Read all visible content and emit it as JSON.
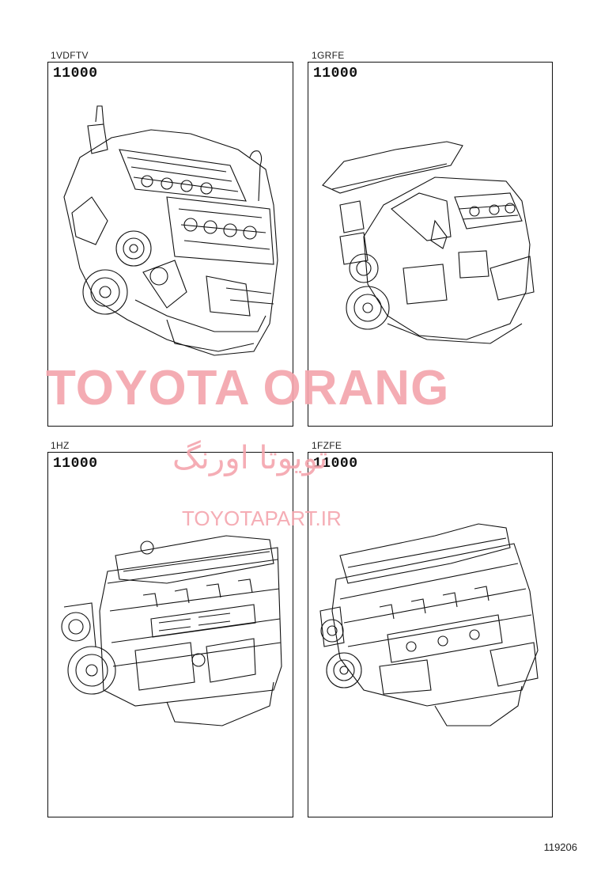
{
  "panels": [
    {
      "engine_code": "1VDFTV",
      "part_number": "11000"
    },
    {
      "engine_code": "1GRFE",
      "part_number": "11000"
    },
    {
      "engine_code": "1HZ",
      "part_number": "11000"
    },
    {
      "engine_code": "1FZFE",
      "part_number": "11000"
    }
  ],
  "watermark": {
    "main": "TOYOTA ORANG",
    "persian": "تویوتا اورنگ",
    "url": "TOYOTAPART.IR",
    "color": "#f4a5ad"
  },
  "diagram_number": "119206"
}
